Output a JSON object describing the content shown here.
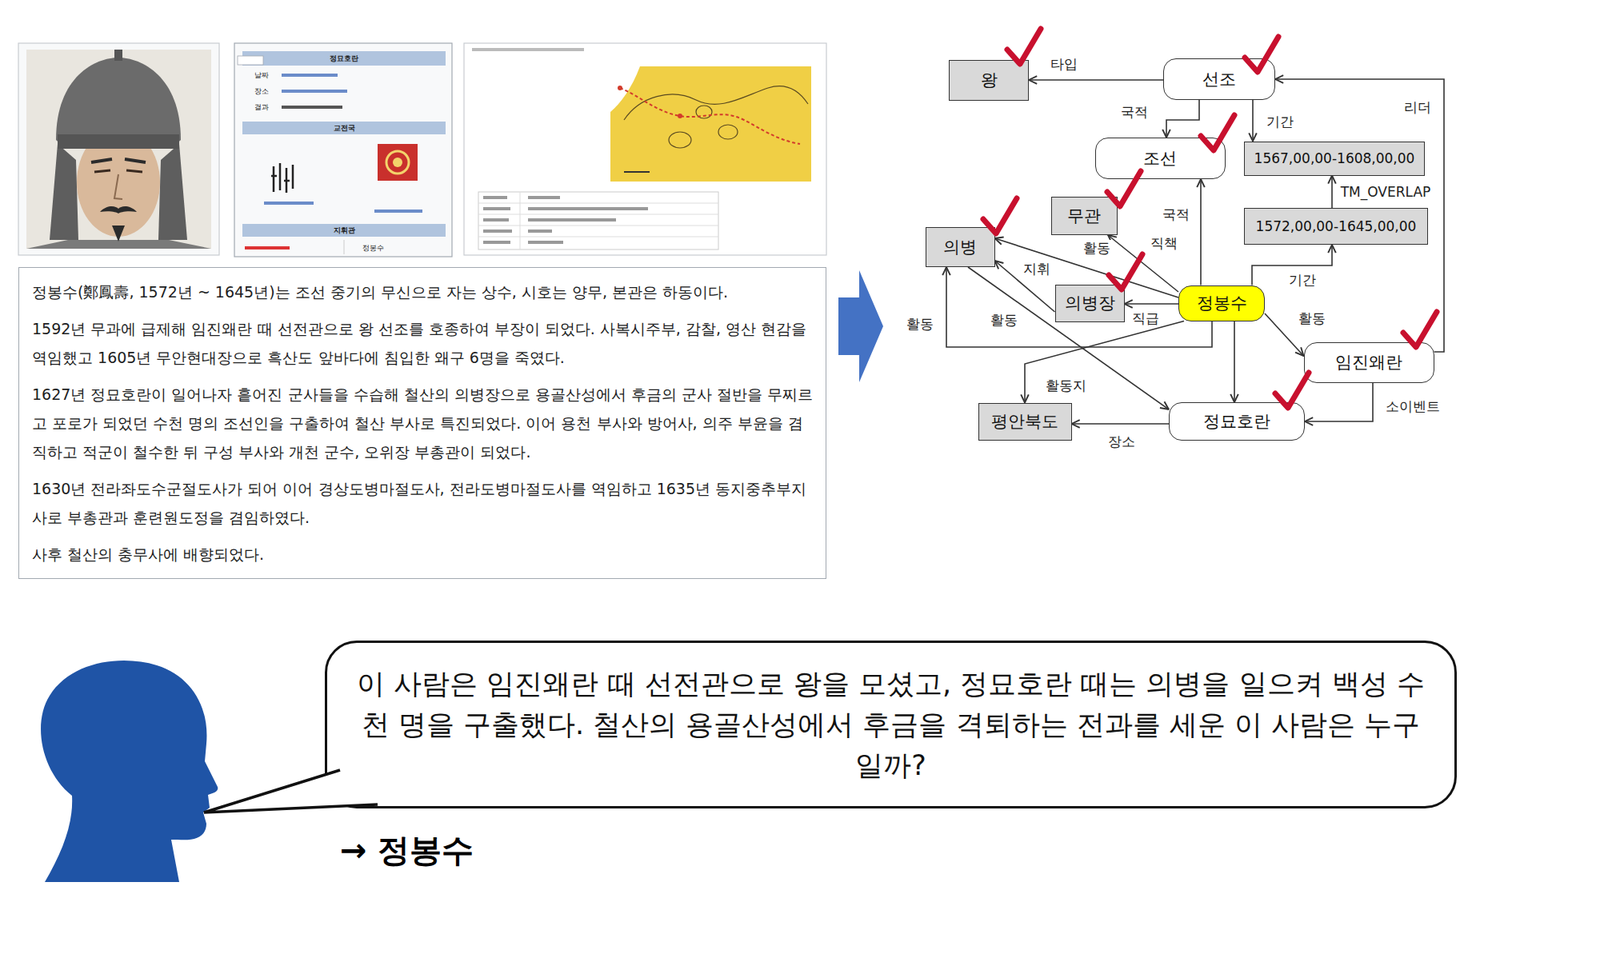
{
  "diagram": {
    "nodes": [
      {
        "text": [
          "정봉수(鄭鳳壽, 1572년 ~ 1645년)는 조선 중기의 무신으로 자는 상수, 시호는 양무, 본관은 하동이다.",
          "1592년 무과에 급제해 임진왜란 때 선전관으로 왕 선조를 호종하여 부장이 되었다. 사복시주부, 감찰, 영산 현감을 역임했고 1605년 무안현대장으로 흑산도 앞바다에 침입한 왜구 6명을 죽였다.",
          "1627년 정묘호란이 일어나자 흩어진 군사들을 수습해 철산의 의병장으로 용골산성에서 후금의 군사 절반을 무찌르고 포로가 되었던 수천 명의 조선인을 구출하여 철산 부사로 특진되었다. 이어 용천 부사와 방어사, 의주 부윤을 겸직하고 적군이 철수한 뒤 구성 부사와 개천 군수, 오위장 부총관이 되었다.",
          "1630년 전라좌도수군절도사가 되어 이어 경상도병마절도사, 전라도병마절도사를 역임하고 1635년 동지중추부지사로 부총관과 훈련원도정을 겸임하였다.",
          "사후 철산의 충무사에 배향되었다."
        ]
      },
      {
        "text": [
          "왕"
        ]
      },
      {
        "text": [
          "선조"
        ]
      },
      {
        "text": [
          "조선"
        ]
      },
      {
        "text": [
          "1567,00,00-1608,00,00"
        ]
      },
      {
        "text": [
          "무관"
        ]
      },
      {
        "text": [
          "1572,00,00-1645,00,00"
        ]
      },
      {
        "text": [
          "의병"
        ]
      },
      {
        "text": [
          "의병장"
        ]
      },
      {
        "text": [
          "정봉수"
        ]
      },
      {
        "text": [
          "임진왜란"
        ]
      },
      {
        "text": [
          "평안북도"
        ]
      },
      {
        "text": [
          "정묘호란"
        ]
      },
      {
        "text": [
          "이 사람은 임진왜란 때 선전관으로 왕을 모셨고, 정묘호란 때는 의병을 일으켜 백성 수천 명을 구출했다. 철산의 용골산성에서 후금을 격퇴하는 전과를 세운 이 사람은 누구일까?"
        ]
      }
    ],
    "edges": [
      {
        "from": 2,
        "to": 1,
        "label": "타입",
        "arrow": "to"
      },
      {
        "from": 2,
        "to": 3,
        "label": "국적",
        "arrow": "to"
      },
      {
        "from": 2,
        "to": 4,
        "label": "기간",
        "arrow": "to"
      },
      {
        "from": 6,
        "to": 4,
        "label": "TM_OVERLAP",
        "arrow": "to"
      },
      {
        "from": 9,
        "to": 3,
        "label": "국적",
        "arrow": "to"
      },
      {
        "from": 9,
        "to": 5,
        "label": "직책",
        "arrow": "to"
      },
      {
        "from": 9,
        "to": 7,
        "label": "활동",
        "arrow": "to"
      },
      {
        "from": 8,
        "to": 7,
        "label": "지휘",
        "arrow": "to"
      },
      {
        "from": 9,
        "to": 8,
        "label": "직급",
        "arrow": "to"
      },
      {
        "from": 9,
        "to": 6,
        "label": "기간",
        "arrow": "to"
      },
      {
        "from": 10,
        "to": 2,
        "label": "리더",
        "arrow": "to"
      },
      {
        "from": 9,
        "to": 10,
        "label": "활동",
        "arrow": "to"
      },
      {
        "from": 9,
        "to": 12,
        "arrow": "to"
      },
      {
        "from": 10,
        "to": 12,
        "label": "소이벤트",
        "arrow": "to"
      },
      {
        "from": 12,
        "to": 11,
        "label": "장소",
        "arrow": "to"
      },
      {
        "from": 7,
        "to": 12,
        "label": "활동",
        "arrow": "to"
      },
      {
        "from": 9,
        "to": 11,
        "label": "활동지",
        "arrow": "to"
      },
      {
        "from": 9,
        "to": 7,
        "label": "활동",
        "arrow": "to"
      }
    ],
    "labels": [
      "정묘호란",
      "날짜",
      "장소",
      "결과",
      "교전국",
      "지휘관",
      "정봉수",
      "→ 정봉수"
    ]
  }
}
